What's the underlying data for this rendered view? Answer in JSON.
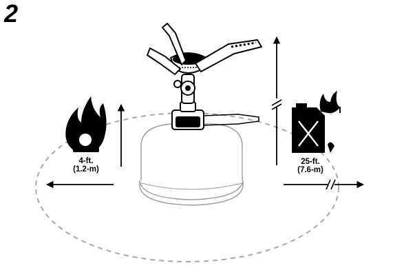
{
  "step": {
    "number": "2"
  },
  "near_clearance": {
    "feet": "4-ft.",
    "meters": "(1.2-m)",
    "hazard_icon": "flame-icon"
  },
  "far_clearance": {
    "feet": "25-ft.",
    "meters": "(7.6-m)",
    "hazard_icon": "fuel-can-icon"
  },
  "colors": {
    "ink": "#000000",
    "canister_outline": "#9a9a9a",
    "perimeter_dash": "#a8a8a8"
  }
}
